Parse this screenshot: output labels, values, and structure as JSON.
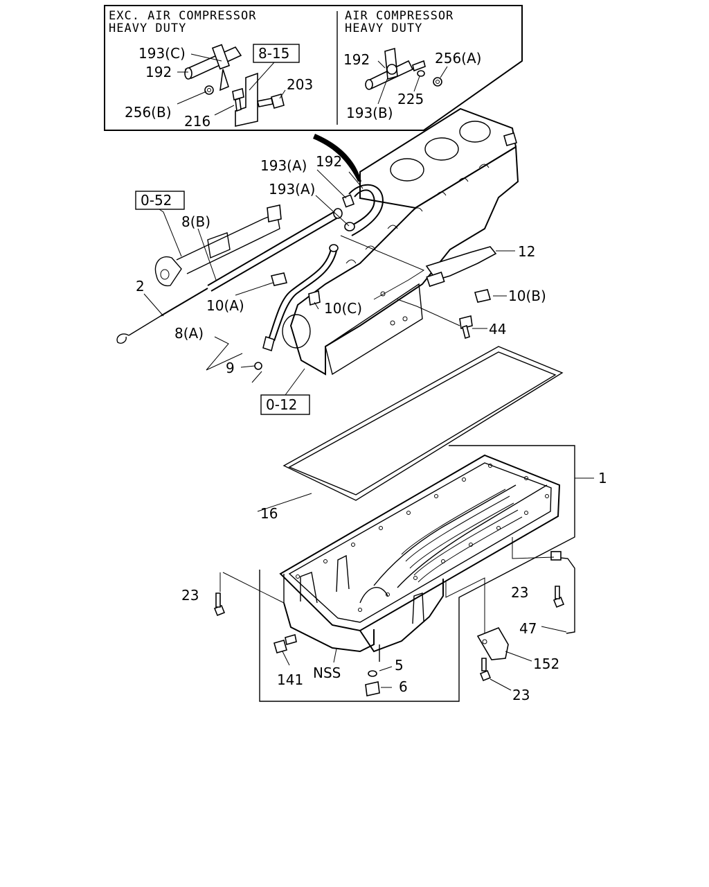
{
  "inset_left": {
    "heading_line1": "EXC. AIR COMPRESSOR",
    "heading_line2": "HEAVY DUTY",
    "labels": {
      "p193c": "193(C)",
      "p192": "192",
      "ref_8_15": "8-15",
      "p203": "203",
      "p256b": "256(B)",
      "p216": "216"
    }
  },
  "inset_right": {
    "heading_line1": "AIR COMPRESSOR",
    "heading_line2": "HEAVY DUTY",
    "labels": {
      "p192": "192",
      "p256a": "256(A)",
      "p225": "225",
      "p193b": "193(B)"
    }
  },
  "callouts": {
    "p193a_top": "193(A)",
    "p192": "192",
    "p193a_mid": "193(A)",
    "ref_0_52": "0-52",
    "p8b": "8(B)",
    "p12": "12",
    "p2": "2",
    "p10a": "10(A)",
    "p10c": "10(C)",
    "p10b": "10(B)",
    "p8a": "8(A)",
    "p44": "44",
    "p9": "9",
    "ref_0_12": "0-12",
    "p1": "1",
    "p16": "16",
    "p23_left": "23",
    "p23_right": "23",
    "p47": "47",
    "p141": "141",
    "nss": "NSS",
    "p5": "5",
    "p6": "6",
    "p152": "152",
    "p23_bottom": "23"
  }
}
